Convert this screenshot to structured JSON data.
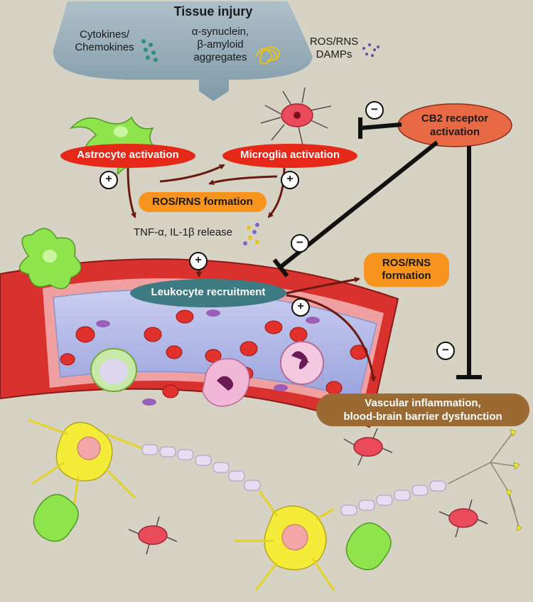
{
  "injury": {
    "title": "Tissue injury",
    "cytokines": "Cytokines/\nChemokines",
    "aggregates": "α-synuclein,\nβ-amyloid\naggregates",
    "ros_damps": "ROS/RNS\nDAMPs"
  },
  "nodes": {
    "astrocyte": "Astrocyte activation",
    "microglia": "Microglia activation",
    "ros_formation": "ROS/RNS formation",
    "tnf": "TNF-α, IL-1β release",
    "leukocyte": "Leukocyte recruitment",
    "ros_formation_2": "ROS/RNS\nformation",
    "cb2": "CB2 receptor\nactivation",
    "vascular": "Vascular inflammation,\nblood-brain barrier dysfunction"
  },
  "signs": {
    "plus": "+",
    "minus": "−"
  },
  "colors": {
    "background": "#d6d2c4",
    "injury_panel": "#8fa9b6",
    "activation_red": "#e52818",
    "ros_orange": "#f7941d",
    "leukocyte_teal": "#3d7a82",
    "cb2_salmon": "#e86a45",
    "vascular_brown": "#9a6a32",
    "arrow_brown": "#6b1a12",
    "vessel_red": "#d9312e",
    "astrocyte_green": "#8fe34b",
    "microglia_pink": "#e94b5a",
    "neuron_yellow": "#f5ec3a"
  }
}
